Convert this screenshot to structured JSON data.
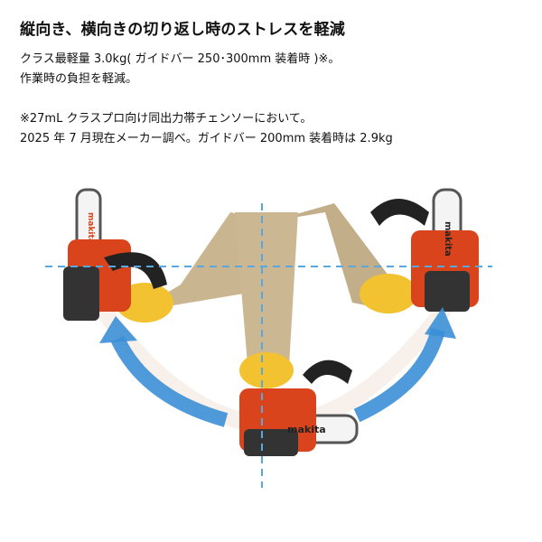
{
  "headline": "縦向き、横向きの切り返し時のストレスを軽減",
  "lines": [
    "クラス最軽量 3.0kg( ガイドバー 250･300mm 装着時 )※。",
    "作業時の負担を軽減。",
    "※27mL クラスプロ向け同出力帯チェンソーにおいて。",
    "2025 年 7 月現在メーカー調べ。ガイドバー 200mm 装着時は 2.9kg"
  ],
  "brand": "makita",
  "colors": {
    "saw_body": "#d9441c",
    "guide_arrow": "#3b8fd6",
    "dashed_line": "#5aa7e0",
    "glove": "#f2c230",
    "sleeve": "#c8b48e"
  },
  "icons": [
    "chainsaw-left",
    "chainsaw-center",
    "chainsaw-right",
    "arrow-left-curved",
    "arrow-right-curved"
  ]
}
